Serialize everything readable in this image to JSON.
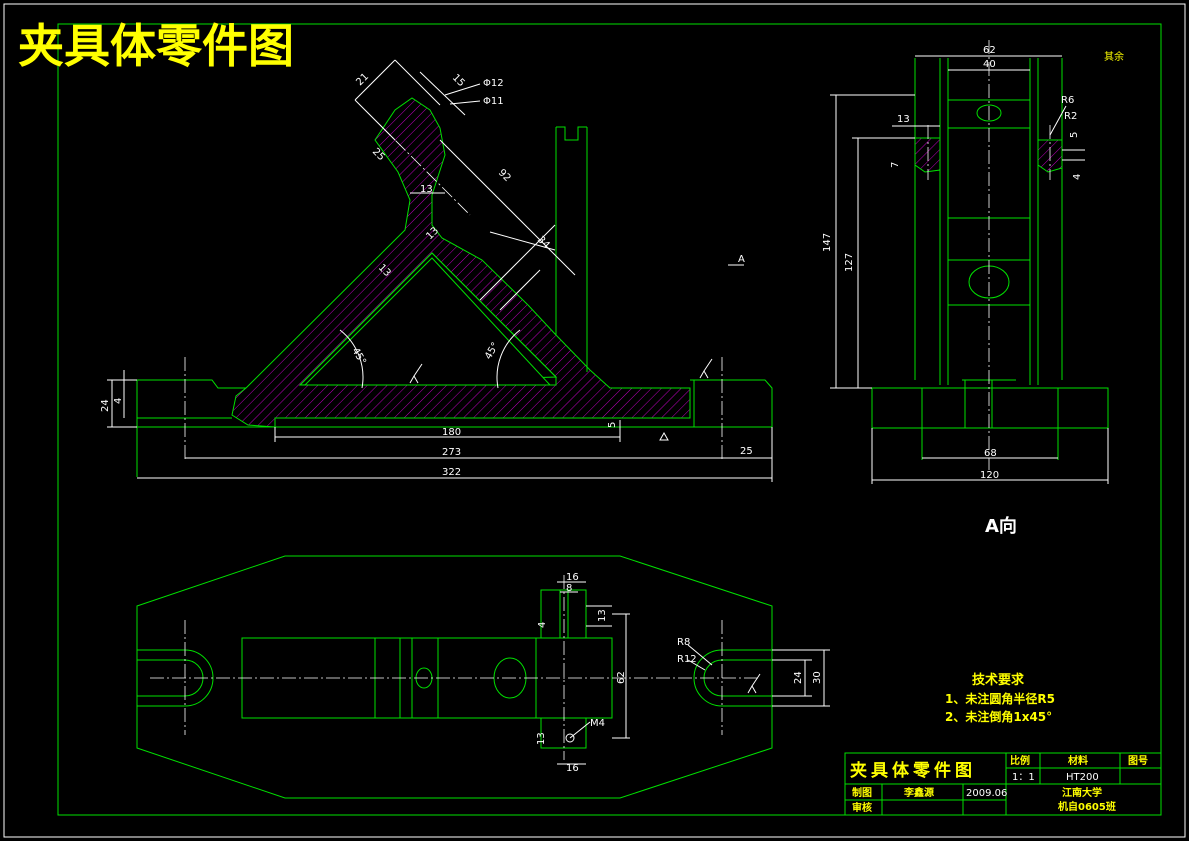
{
  "title": "夹具体零件图",
  "top_right_note": "其余",
  "view_label_a": "A",
  "view_label_a_dir": "A向",
  "tech_req": {
    "heading": "技术要求",
    "item1": "1、未注圆角半径R5",
    "item2": "2、未注倒角1x45°"
  },
  "title_block": {
    "name": "夹具体零件图",
    "scale_label": "比例",
    "material_label": "材料",
    "drawing_no_label": "图号",
    "scale_value": "1：1",
    "material_value": "HT200",
    "drawn_label": "制图",
    "drawn_name": "李鑫源",
    "drawn_date": "2009.06",
    "checked_label": "审核",
    "school": "江南大学",
    "class": "机自0605班"
  },
  "dims": {
    "d180": "180",
    "d273": "273",
    "d322": "322",
    "d25": "25",
    "d24": "24",
    "d4": "4",
    "d5": "5",
    "d13a": "13",
    "d13b": "13",
    "d13c": "13",
    "d92": "92",
    "d34": "34",
    "d21": "21",
    "d25b": "25",
    "d15": "15",
    "phi12": "Φ12",
    "phi11": "Φ11",
    "a45l": "45°",
    "a45r": "45°",
    "d62": "62",
    "d40": "40",
    "d147": "147",
    "d127": "127",
    "d13s": "13",
    "d7": "7",
    "r6": "R6",
    "r2": "R2",
    "d5s": "5",
    "d4s": "4",
    "d68": "68",
    "d120": "120",
    "d16t": "16",
    "d8": "8",
    "d13t": "13",
    "d4t": "4",
    "d62v": "62",
    "d24v": "24",
    "d30": "30",
    "m4": "M4",
    "d13b2": "13",
    "d16b": "16",
    "r8": "R8",
    "r12": "R12"
  }
}
